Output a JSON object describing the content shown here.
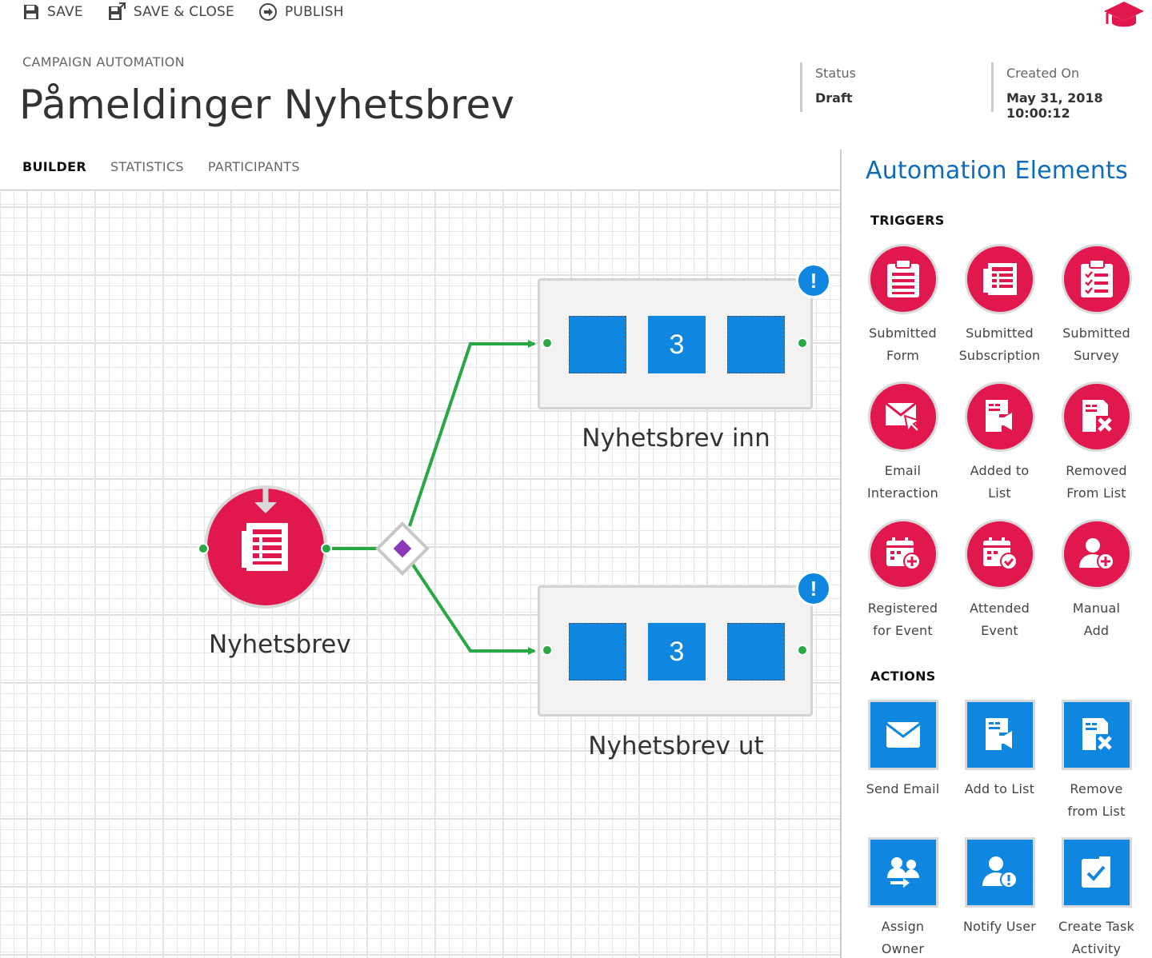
{
  "toolbar": {
    "save_label": "SAVE",
    "save_close_label": "SAVE & CLOSE",
    "publish_label": "PUBLISH"
  },
  "header": {
    "kicker": "CAMPAIGN AUTOMATION",
    "title": "Påmeldinger Nyhetsbrev",
    "status_label": "Status",
    "status_value": "Draft",
    "created_label": "Created On",
    "created_value": "May 31, 2018 10:00:12"
  },
  "tabs": [
    {
      "label": "BUILDER",
      "active": true
    },
    {
      "label": "STATISTICS",
      "active": false
    },
    {
      "label": "PARTICIPANTS",
      "active": false
    }
  ],
  "canvas": {
    "trigger_node": {
      "label": "Nyhetsbrev",
      "icon": "form-download-icon"
    },
    "branches": [
      {
        "label": "Nyhetsbrev inn",
        "count": "3",
        "alert": "!"
      },
      {
        "label": "Nyhetsbrev ut",
        "count": "3",
        "alert": "!"
      }
    ]
  },
  "panel": {
    "title": "Automation Elements",
    "triggers_heading": "TRIGGERS",
    "actions_heading": "ACTIONS",
    "triggers": [
      {
        "label": "Submitted\nForm",
        "icon": "form-icon"
      },
      {
        "label": "Submitted\nSubscription",
        "icon": "subscription-icon"
      },
      {
        "label": "Submitted\nSurvey",
        "icon": "survey-icon"
      },
      {
        "label": "Email\nInteraction",
        "icon": "email-click-icon"
      },
      {
        "label": "Added to\nList",
        "icon": "add-list-icon"
      },
      {
        "label": "Removed\nFrom List",
        "icon": "remove-list-icon"
      },
      {
        "label": "Registered\nfor Event",
        "icon": "calendar-plus-icon"
      },
      {
        "label": "Attended\nEvent",
        "icon": "calendar-check-icon"
      },
      {
        "label": "Manual\nAdd",
        "icon": "user-plus-icon"
      }
    ],
    "actions": [
      {
        "label": "Send Email",
        "icon": "envelope-icon"
      },
      {
        "label": "Add to List",
        "icon": "add-list-icon"
      },
      {
        "label": "Remove\nfrom List",
        "icon": "remove-list-icon"
      },
      {
        "label": "Assign\nOwner",
        "icon": "assign-owner-icon"
      },
      {
        "label": "Notify User",
        "icon": "notify-user-icon"
      },
      {
        "label": "Create Task\nActivity",
        "icon": "task-check-icon"
      }
    ]
  },
  "colors": {
    "trigger": "#e0184d",
    "action": "#0f86e0",
    "connector": "#27a844",
    "accent_title": "#0f6cbd"
  }
}
